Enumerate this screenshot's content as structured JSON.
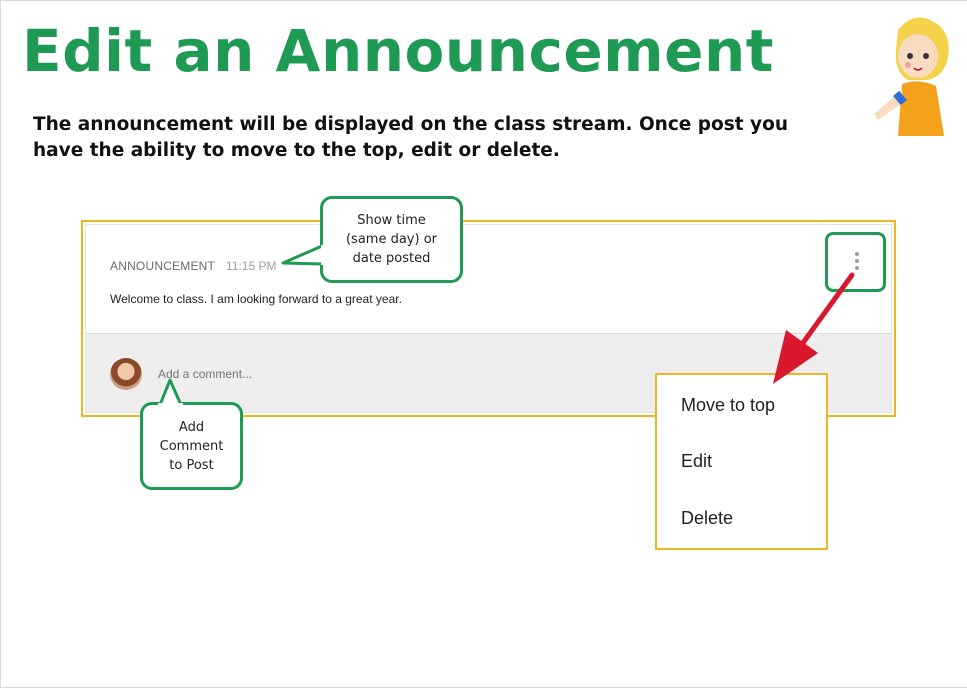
{
  "slide": {
    "title": "Edit an Announcement",
    "intro": "The announcement will be displayed on the class stream. Once post you have the ability to move to the top, edit or delete."
  },
  "post": {
    "type_label": "ANNOUNCEMENT",
    "time": "11:15 PM",
    "body": "Welcome to class. I am looking forward to a great year.",
    "comment_placeholder": "Add a comment...",
    "more_icon": "more-vert-icon"
  },
  "menu": {
    "items": [
      {
        "label": "Move to top"
      },
      {
        "label": "Edit"
      },
      {
        "label": "Delete"
      }
    ]
  },
  "callouts": {
    "time_note": "Show time\n(same day) or\ndate posted",
    "comment_note": "Add\nComment\nto Post"
  },
  "colors": {
    "title_green": "#1e9a55",
    "highlight_yellow": "#f0b323",
    "arrow_red": "#d9182d"
  }
}
